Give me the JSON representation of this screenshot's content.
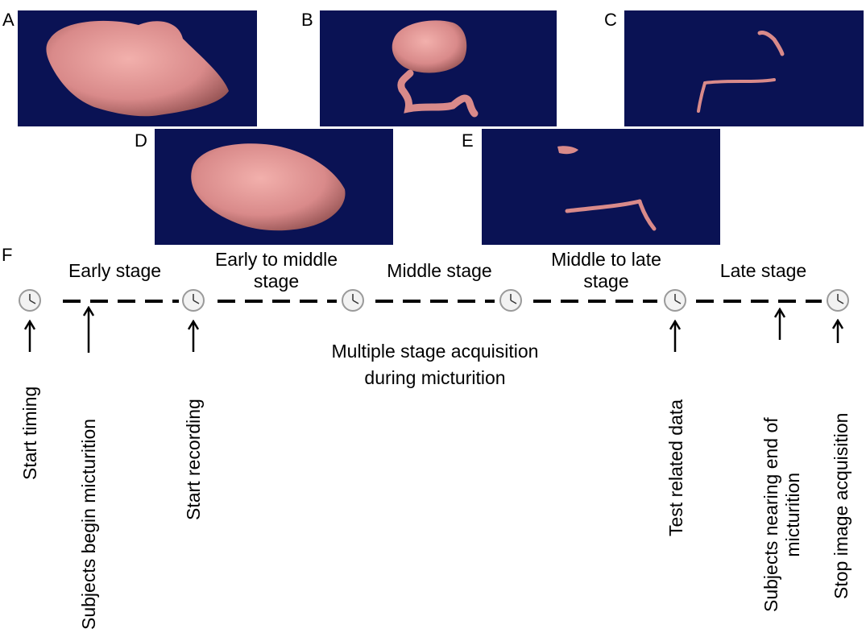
{
  "panels": {
    "a": {
      "letter": "A"
    },
    "b": {
      "letter": "B"
    },
    "c": {
      "letter": "C"
    },
    "d": {
      "letter": "D"
    },
    "e": {
      "letter": "E"
    },
    "f": {
      "letter": "F"
    }
  },
  "render_background": "#0a1254",
  "organ_color": "#d98a8a",
  "stages": {
    "early": "Early stage",
    "early_to_middle_line1": "Early to middle",
    "early_to_middle_line2": "stage",
    "middle": "Middle stage",
    "middle_to_late_line1": "Middle to late",
    "middle_to_late_line2": "stage",
    "late": "Late stage"
  },
  "center_note": {
    "line1": "Multiple stage acquisition",
    "line2": "during micturition"
  },
  "events": {
    "start_timing": "Start timing",
    "subjects_begin": "Subjects begin micturition",
    "start_recording": "Start recording",
    "test_related": "Test related data",
    "nearing_end_line1": "Subjects nearing end of",
    "nearing_end_line2": "micturition",
    "stop_acquisition": "Stop image acquisition"
  }
}
